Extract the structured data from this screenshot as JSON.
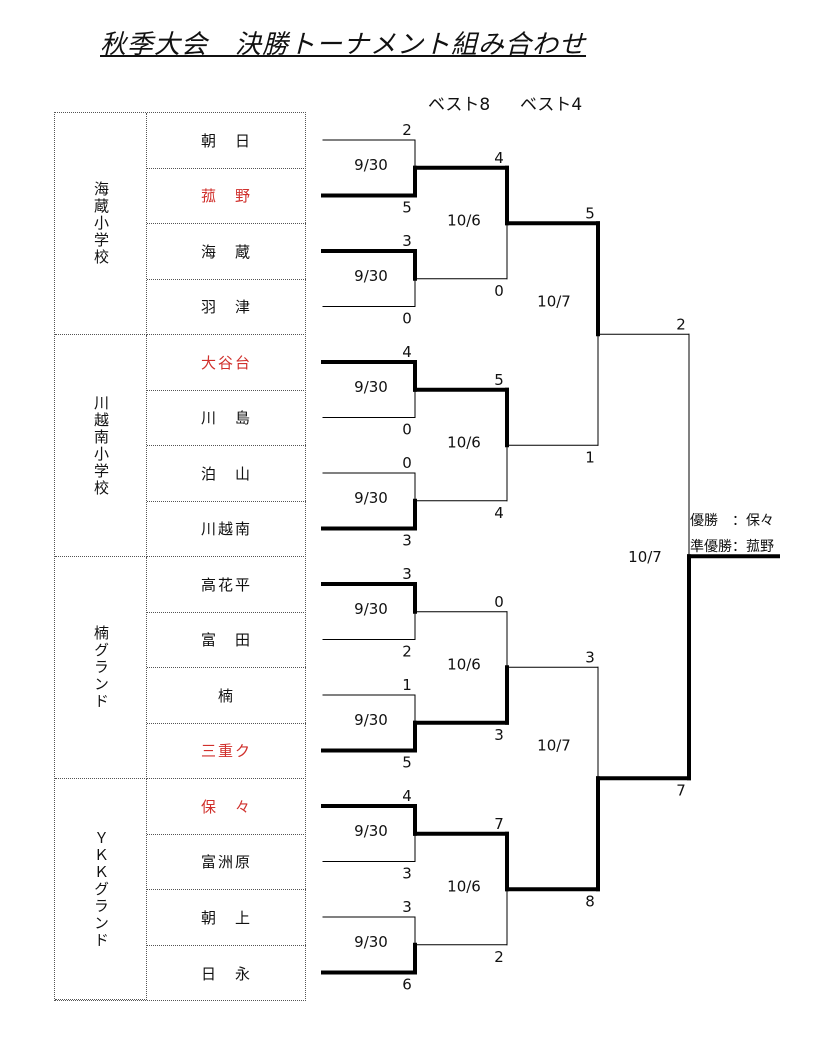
{
  "title": "秋季大会　決勝トーナメント組み合わせ",
  "round_labels": {
    "best8": "ベスト8",
    "best4": "ベスト4"
  },
  "venues": [
    "海蔵小学校",
    "川越南小学校",
    "楠グランド",
    "ＹＫＫグランド"
  ],
  "teams": [
    {
      "name": "朝　日",
      "highlight": false
    },
    {
      "name": "菰　野",
      "highlight": true
    },
    {
      "name": "海　蔵",
      "highlight": false
    },
    {
      "name": "羽　津",
      "highlight": false
    },
    {
      "name": "大谷台",
      "highlight": true
    },
    {
      "name": "川　島",
      "highlight": false
    },
    {
      "name": "泊　山",
      "highlight": false
    },
    {
      "name": "川越南",
      "highlight": false
    },
    {
      "name": "高花平",
      "highlight": false
    },
    {
      "name": "富　田",
      "highlight": false
    },
    {
      "name": "楠",
      "highlight": false
    },
    {
      "name": "三重ク",
      "highlight": true
    },
    {
      "name": "保　々",
      "highlight": true
    },
    {
      "name": "富洲原",
      "highlight": false
    },
    {
      "name": "朝　上",
      "highlight": false
    },
    {
      "name": "日　永",
      "highlight": false
    }
  ],
  "round1": [
    {
      "date": "9/30",
      "top_score": "2",
      "bottom_score": "5",
      "winner": "bottom"
    },
    {
      "date": "9/30",
      "top_score": "3",
      "bottom_score": "0",
      "winner": "top"
    },
    {
      "date": "9/30",
      "top_score": "4",
      "bottom_score": "0",
      "winner": "top"
    },
    {
      "date": "9/30",
      "top_score": "0",
      "bottom_score": "3",
      "winner": "bottom"
    },
    {
      "date": "9/30",
      "top_score": "3",
      "bottom_score": "2",
      "winner": "top"
    },
    {
      "date": "9/30",
      "top_score": "1",
      "bottom_score": "5",
      "winner": "bottom"
    },
    {
      "date": "9/30",
      "top_score": "4",
      "bottom_score": "3",
      "winner": "top"
    },
    {
      "date": "9/30",
      "top_score": "3",
      "bottom_score": "6",
      "winner": "bottom"
    }
  ],
  "round2": [
    {
      "date": "10/6",
      "top_score": "4",
      "bottom_score": "0",
      "winner": "top"
    },
    {
      "date": "10/6",
      "top_score": "5",
      "bottom_score": "4",
      "winner": "top"
    },
    {
      "date": "10/6",
      "top_score": "0",
      "bottom_score": "3",
      "winner": "bottom"
    },
    {
      "date": "10/6",
      "top_score": "7",
      "bottom_score": "2",
      "winner": "top"
    }
  ],
  "round3": [
    {
      "date": "10/7",
      "top_score": "5",
      "bottom_score": "1",
      "winner": "top"
    },
    {
      "date": "10/7",
      "top_score": "3",
      "bottom_score": "8",
      "winner": "bottom"
    }
  ],
  "final": {
    "date": "10/7",
    "top_score": "2",
    "bottom_score": "7",
    "winner": "bottom"
  },
  "results": {
    "champion": "優勝　：保々",
    "runner_up": "準優勝：菰野"
  }
}
